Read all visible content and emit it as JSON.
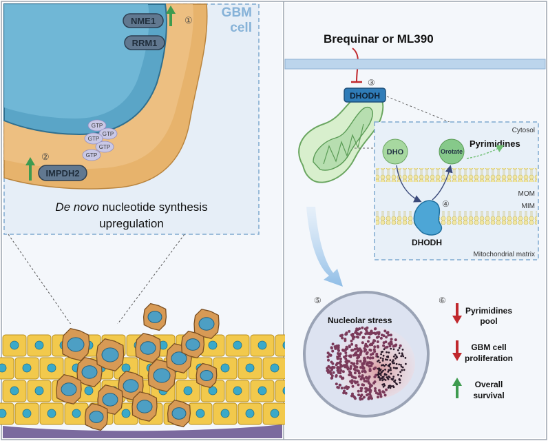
{
  "left_panel": {
    "cell_label_line1": "GBM",
    "cell_label_line2": "cell",
    "genes": [
      "NME1",
      "RRM1",
      "IMPDH2"
    ],
    "step1": "①",
    "step2": "②",
    "gtp_label": "GTP",
    "caption_italic": "De novo",
    "caption_rest": " nucleotide synthesis",
    "caption_line2": "upregulation",
    "arrow_color": "#3e9b4f"
  },
  "right_panel": {
    "drug": "Brequinar or ML390",
    "step3": "③",
    "step4": "④",
    "step5": "⑤",
    "step6": "⑥",
    "dhodh_badge": "DHODH",
    "inset": {
      "cytosol": "Cytosol",
      "dho": "DHO",
      "orotate": "Orotate",
      "pyrimidines": "Pyrimidines",
      "mom": "MOM",
      "mim": "MIM",
      "dhodh": "DHODH",
      "matrix": "Mitochondrial matrix"
    },
    "nucleolar_stress": "Nucleolar stress",
    "outcomes": [
      {
        "line1": "Pyrimidines",
        "line2": "pool",
        "direction": "down",
        "color": "#c0282d"
      },
      {
        "line1": "GBM cell",
        "line2": "proliferation",
        "direction": "down",
        "color": "#c0282d"
      },
      {
        "line1": "Overall",
        "line2": "survival",
        "direction": "up",
        "color": "#3e9b4f"
      }
    ]
  }
}
